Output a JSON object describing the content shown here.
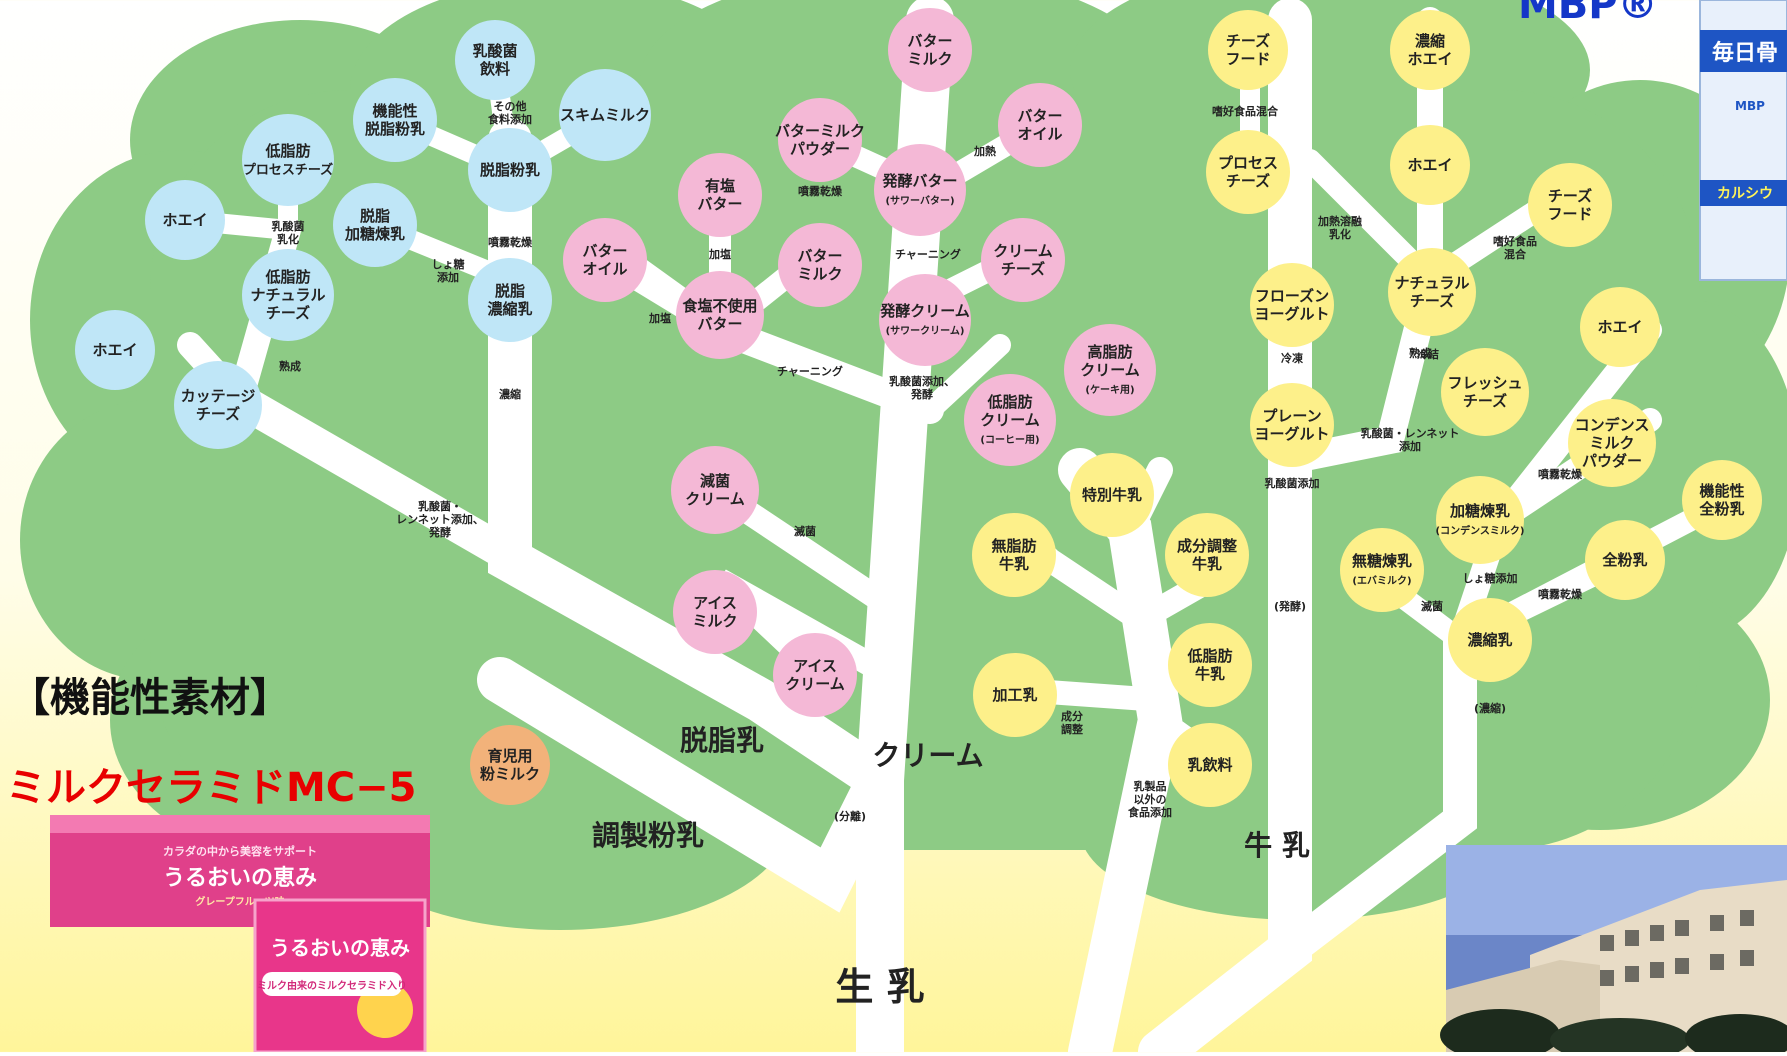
{
  "brand_mark": "MBP®",
  "side": {
    "title": "【機能性素材】",
    "product": "ミルクセラミドMC−5"
  },
  "product_box": {
    "tagline": "カラダの中から美容をサポート",
    "name": "うるおいの恵み",
    "flavor": "グレープフルーツ味",
    "pack_tag": "ミルク由来のミルクセラミド入り"
  },
  "milk_box": {
    "title": "毎日骨",
    "mbp": "MBP",
    "calcium": "カルシウ"
  },
  "branches": {
    "raw_milk": "生 乳",
    "cream": "クリーム",
    "skim": "脱脂乳",
    "formula": "調製粉乳",
    "milk": "牛 乳",
    "separation": "(分離)"
  },
  "nodes": [
    {
      "key": "nyusankin-inryo",
      "lines": [
        "乳酸菌",
        "飲料"
      ],
      "color": "#bfe6f7"
    },
    {
      "key": "kinosei-dasshi-funnyu",
      "lines": [
        "機能性",
        "脱脂粉乳"
      ],
      "color": "#bfe6f7"
    },
    {
      "key": "skim-milk",
      "lines": [
        "スキムミルク"
      ],
      "color": "#bfe6f7"
    },
    {
      "key": "dasshi-funnyu",
      "lines": [
        "脱脂粉乳"
      ],
      "color": "#bfe6f7"
    },
    {
      "key": "teishibo-process-cheese",
      "lines": [
        "低脂肪",
        "プロセスチーズ"
      ],
      "color": "#bfe6f7"
    },
    {
      "key": "whey-1",
      "lines": [
        "ホエイ"
      ],
      "color": "#bfe6f7"
    },
    {
      "key": "dasshi-kato-rennyu",
      "lines": [
        "脱脂",
        "加糖煉乳"
      ],
      "color": "#bfe6f7"
    },
    {
      "key": "teishibo-natural-cheese",
      "lines": [
        "低脂肪",
        "ナチュラル",
        "チーズ"
      ],
      "color": "#bfe6f7"
    },
    {
      "key": "dasshi-noshuku-nyu",
      "lines": [
        "脱脂",
        "濃縮乳"
      ],
      "color": "#bfe6f7"
    },
    {
      "key": "whey-2",
      "lines": [
        "ホエイ"
      ],
      "color": "#bfe6f7"
    },
    {
      "key": "cottage-cheese",
      "lines": [
        "カッテージ",
        "チーズ"
      ],
      "color": "#bfe6f7"
    },
    {
      "key": "butter-milk",
      "lines": [
        "バター",
        "ミルク"
      ],
      "color": "#f4b8d6"
    },
    {
      "key": "butter-milk-powder",
      "lines": [
        "バターミルク",
        "パウダー"
      ],
      "color": "#f4b8d6"
    },
    {
      "key": "butter-oil-2",
      "lines": [
        "バター",
        "オイル"
      ],
      "color": "#f4b8d6"
    },
    {
      "key": "yuen-butter",
      "lines": [
        "有塩",
        "バター"
      ],
      "color": "#f4b8d6"
    },
    {
      "key": "hakko-butter",
      "lines": [
        "発酵バター",
        "(サワーバター)"
      ],
      "color": "#f4b8d6"
    },
    {
      "key": "butter-oil-1",
      "lines": [
        "バター",
        "オイル"
      ],
      "color": "#f4b8d6"
    },
    {
      "key": "butter-milk-2",
      "lines": [
        "バター",
        "ミルク"
      ],
      "color": "#f4b8d6"
    },
    {
      "key": "cream-cheese",
      "lines": [
        "クリーム",
        "チーズ"
      ],
      "color": "#f4b8d6"
    },
    {
      "key": "shokuen-fushiyo-butter",
      "lines": [
        "食塩不使用",
        "バター"
      ],
      "color": "#f4b8d6"
    },
    {
      "key": "hakko-cream",
      "lines": [
        "発酵クリーム",
        "(サワークリーム)"
      ],
      "color": "#f4b8d6"
    },
    {
      "key": "koshibo-cream",
      "lines": [
        "高脂肪",
        "クリーム",
        "(ケーキ用)"
      ],
      "color": "#f4b8d6"
    },
    {
      "key": "teishibo-cream",
      "lines": [
        "低脂肪",
        "クリーム",
        "(コーヒー用)"
      ],
      "color": "#f4b8d6"
    },
    {
      "key": "genkin-cream",
      "lines": [
        "減菌",
        "クリーム"
      ],
      "color": "#f4b8d6"
    },
    {
      "key": "ice-milk",
      "lines": [
        "アイス",
        "ミルク"
      ],
      "color": "#f4b8d6"
    },
    {
      "key": "ice-cream",
      "lines": [
        "アイス",
        "クリーム"
      ],
      "color": "#f4b8d6"
    },
    {
      "key": "ikuji-konamilk",
      "lines": [
        "育児用",
        "粉ミルク"
      ],
      "color": "#f2b27a"
    },
    {
      "key": "cheese-food-1",
      "lines": [
        "チーズ",
        "フード"
      ],
      "color": "#fdf08a"
    },
    {
      "key": "noshuku-whey",
      "lines": [
        "濃縮",
        "ホエイ"
      ],
      "color": "#fdf08a"
    },
    {
      "key": "process-cheese",
      "lines": [
        "プロセス",
        "チーズ"
      ],
      "color": "#fdf08a"
    },
    {
      "key": "whey-3",
      "lines": [
        "ホエイ"
      ],
      "color": "#fdf08a"
    },
    {
      "key": "cheese-food-2",
      "lines": [
        "チーズ",
        "フード"
      ],
      "color": "#fdf08a"
    },
    {
      "key": "frozen-yogurt",
      "lines": [
        "フローズン",
        "ヨーグルト"
      ],
      "color": "#fdf08a"
    },
    {
      "key": "natural-cheese",
      "lines": [
        "ナチュラル",
        "チーズ"
      ],
      "color": "#fdf08a"
    },
    {
      "key": "whey-4",
      "lines": [
        "ホエイ"
      ],
      "color": "#fdf08a"
    },
    {
      "key": "plain-yogurt",
      "lines": [
        "プレーン",
        "ヨーグルト"
      ],
      "color": "#fdf08a"
    },
    {
      "key": "fresh-cheese",
      "lines": [
        "フレッシュ",
        "チーズ"
      ],
      "color": "#fdf08a"
    },
    {
      "key": "condensed-milk-powder",
      "lines": [
        "コンデンス",
        "ミルク",
        "パウダー"
      ],
      "color": "#fdf08a"
    },
    {
      "key": "kinosei-zenfunnyu",
      "lines": [
        "機能性",
        "全粉乳"
      ],
      "color": "#fdf08a"
    },
    {
      "key": "kato-rennyu",
      "lines": [
        "加糖煉乳",
        "(コンデンスミルク)"
      ],
      "color": "#fdf08a"
    },
    {
      "key": "mutou-rennyu",
      "lines": [
        "無糖煉乳",
        "(エバミルク)"
      ],
      "color": "#fdf08a"
    },
    {
      "key": "zenfunnyu",
      "lines": [
        "全粉乳"
      ],
      "color": "#fdf08a"
    },
    {
      "key": "noshukunyu",
      "lines": [
        "濃縮乳"
      ],
      "color": "#fdf08a"
    },
    {
      "key": "tokubetsu-gyunyu",
      "lines": [
        "特別牛乳"
      ],
      "color": "#fdf08a"
    },
    {
      "key": "mushibo-gyunyu",
      "lines": [
        "無脂肪",
        "牛乳"
      ],
      "color": "#fdf08a"
    },
    {
      "key": "seibun-chosei-gyunyu",
      "lines": [
        "成分調整",
        "牛乳"
      ],
      "color": "#fdf08a"
    },
    {
      "key": "teishibo-gyunyu",
      "lines": [
        "低脂肪",
        "牛乳"
      ],
      "color": "#fdf08a"
    },
    {
      "key": "kakonyu",
      "lines": [
        "加工乳"
      ],
      "color": "#fdf08a"
    },
    {
      "key": "nyuinryo",
      "lines": [
        "乳飲料"
      ],
      "color": "#fdf08a"
    }
  ],
  "process_labels": [
    {
      "key": "sonota-shokuhin",
      "lines": [
        "その他",
        "食料添加"
      ]
    },
    {
      "key": "nyusankin-kouso",
      "lines": [
        "乳酸菌",
        "乳化"
      ]
    },
    {
      "key": "shotou-tenka",
      "lines": [
        "しょ糖",
        "添加"
      ]
    },
    {
      "key": "funmu-kanso-1",
      "lines": [
        "噴霧乾燥"
      ]
    },
    {
      "key": "jukusei-1",
      "lines": [
        "熟成"
      ]
    },
    {
      "key": "noshuku-1",
      "lines": [
        "濃縮"
      ]
    },
    {
      "key": "rennet-hakko",
      "lines": [
        "乳酸菌・",
        "レンネット添加、",
        "発酵"
      ]
    },
    {
      "key": "funmu-kanso-2",
      "lines": [
        "噴霧乾燥"
      ]
    },
    {
      "key": "kaen-1",
      "lines": [
        "加塩"
      ]
    },
    {
      "key": "kaen-2",
      "lines": [
        "加塩"
      ]
    },
    {
      "key": "kanetsu",
      "lines": [
        "加熱"
      ]
    },
    {
      "key": "churning-1",
      "lines": [
        "チャーニング"
      ]
    },
    {
      "key": "churning-2",
      "lines": [
        "チャーニング"
      ]
    },
    {
      "key": "nyusankin-tenka-hakko",
      "lines": [
        "乳酸菌添加、",
        "発酵"
      ]
    },
    {
      "key": "mekkin",
      "lines": [
        "滅菌"
      ]
    },
    {
      "key": "reito",
      "lines": [
        "冷凍"
      ]
    },
    {
      "key": "shikou-konwa-1",
      "lines": [
        "嗜好食品混合"
      ]
    },
    {
      "key": "kanetsu-yuka",
      "lines": [
        "加熱溶融",
        "乳化"
      ]
    },
    {
      "key": "shikou-konwa-2",
      "lines": [
        "嗜好食品",
        "混合"
      ]
    },
    {
      "key": "reitou-2",
      "lines": [
        "冷結"
      ]
    },
    {
      "key": "jukusei-2",
      "lines": [
        "熟成"
      ]
    },
    {
      "key": "nyusankin-tenka",
      "lines": [
        "乳酸菌添加"
      ]
    },
    {
      "key": "rennet-tenka",
      "lines": [
        "乳酸菌・レンネット",
        "添加"
      ]
    },
    {
      "key": "hakko-paren",
      "lines": [
        "(発酵)"
      ]
    },
    {
      "key": "funmu-kanso-3",
      "lines": [
        "噴霧乾燥"
      ]
    },
    {
      "key": "shotou-tenka-2",
      "lines": [
        "しょ糖添加"
      ]
    },
    {
      "key": "funmu-kanso-4",
      "lines": [
        "噴霧乾燥"
      ]
    },
    {
      "key": "mekkin-2",
      "lines": [
        "滅菌"
      ]
    },
    {
      "key": "noshuku-paren",
      "lines": [
        "(濃縮)"
      ]
    },
    {
      "key": "seibun-chosei",
      "lines": [
        "成分",
        "調整"
      ]
    },
    {
      "key": "nyuseihin-igai",
      "lines": [
        "乳製品",
        "以外の",
        "食品添加"
      ]
    }
  ]
}
